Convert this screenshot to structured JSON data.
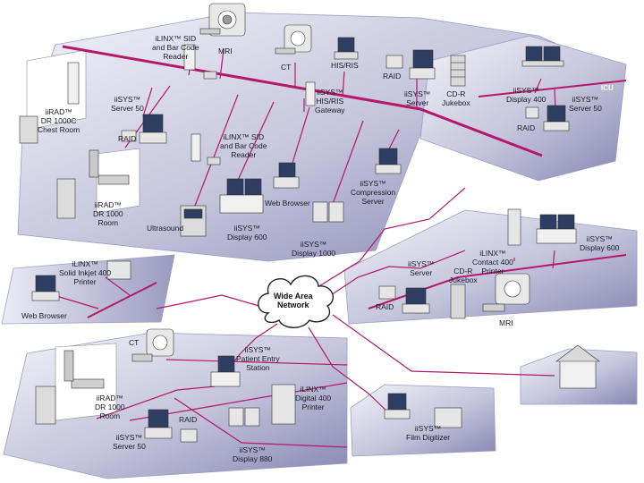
{
  "colors": {
    "platform_light": "#eeeef6",
    "platform_dark": "#8c8cb8",
    "network_line": "#b3186b",
    "device_light": "#f2f2f2",
    "device_dark": "#7b7b7b",
    "screen": "#2e3e62",
    "cloud": "#ffffff"
  },
  "icons": {
    "workstation": "monitor-icon",
    "server": "server-icon",
    "mri": "mri-scanner-icon",
    "ct": "ct-scanner-icon",
    "printer": "printer-icon",
    "raid": "raid-storage-icon",
    "jukebox": "cd-jukebox-icon",
    "house": "house-icon",
    "cloud": "cloud-icon"
  },
  "wan": {
    "label_line1": "Wide Area",
    "label_line2": "Network"
  },
  "labels": {
    "linx_sid_top": [
      "iLINX™ SID",
      "and Bar Code",
      "Reader"
    ],
    "mri_top": [
      "MRI"
    ],
    "ct_top": [
      "CT"
    ],
    "his_ris_top": [
      "HIS/RIS"
    ],
    "raid_top": [
      "RAID"
    ],
    "isys_server_top": [
      "iiSYS™",
      "Server"
    ],
    "cdr_jukebox_top": [
      "CD-R",
      "Jukebox"
    ],
    "icu": [
      "ICU"
    ],
    "isys_display400": [
      "iiSYS™",
      "Display 400"
    ],
    "isys_server50_icu": [
      "iiSYS™",
      "Server 50"
    ],
    "raid_icu": [
      "RAID"
    ],
    "irad_dr1000c": [
      "iiRAD™",
      "DR 1000C",
      "Chest Room"
    ],
    "isys_server50_main": [
      "iiSYS™",
      "Server 50"
    ],
    "raid_main": [
      "RAID"
    ],
    "isys_gateway": [
      "iiSYS™",
      "HIS/RIS",
      "Gateway"
    ],
    "linx_sid_mid": [
      "iLINX™ SID",
      "and Bar Code",
      "Reader"
    ],
    "isys_compression": [
      "iiSYS™",
      "Compression",
      "Server"
    ],
    "irad_dr1000_top": [
      "iiRAD™",
      "DR 1000",
      "Room"
    ],
    "web_browser_main": [
      "Web Browser"
    ],
    "ultrasound": [
      "Ultrasound"
    ],
    "isys_display600_main": [
      "iiSYS™",
      "Display 600"
    ],
    "isys_display1000": [
      "iiSYS™",
      "Display 1000"
    ],
    "linx_solid_inkjet": [
      "iLINX™",
      "Solid Inkjet 400",
      "Printer"
    ],
    "web_browser_left": [
      "Web Browser"
    ],
    "linx_contact400": [
      "iLINX™",
      "Contact 400",
      "Printer"
    ],
    "isys_display600_right": [
      "iiSYS™",
      "Display 600"
    ],
    "isys_server_right": [
      "iiSYS™",
      "Server"
    ],
    "cdr_jukebox_right": [
      "CD-R",
      "Jukebox"
    ],
    "raid_right": [
      "RAID"
    ],
    "mri_right": [
      "MRI"
    ],
    "ct_bottom": [
      "CT"
    ],
    "isys_patient_entry": [
      "iiSYS™",
      "Patient Entry",
      "Station"
    ],
    "irad_dr1000_bottom": [
      "iiRAD™",
      "DR 1000",
      "Room"
    ],
    "linx_digital400": [
      "iLINX™",
      "Digital 400",
      "Printer"
    ],
    "raid_bottom": [
      "RAID"
    ],
    "isys_server50_bottom": [
      "iiSYS™",
      "Server 50"
    ],
    "isys_display880": [
      "iiSYS™",
      "Display 880"
    ],
    "isys_film_digitizer": [
      "iiSYS™",
      "Film Digitizer"
    ]
  }
}
